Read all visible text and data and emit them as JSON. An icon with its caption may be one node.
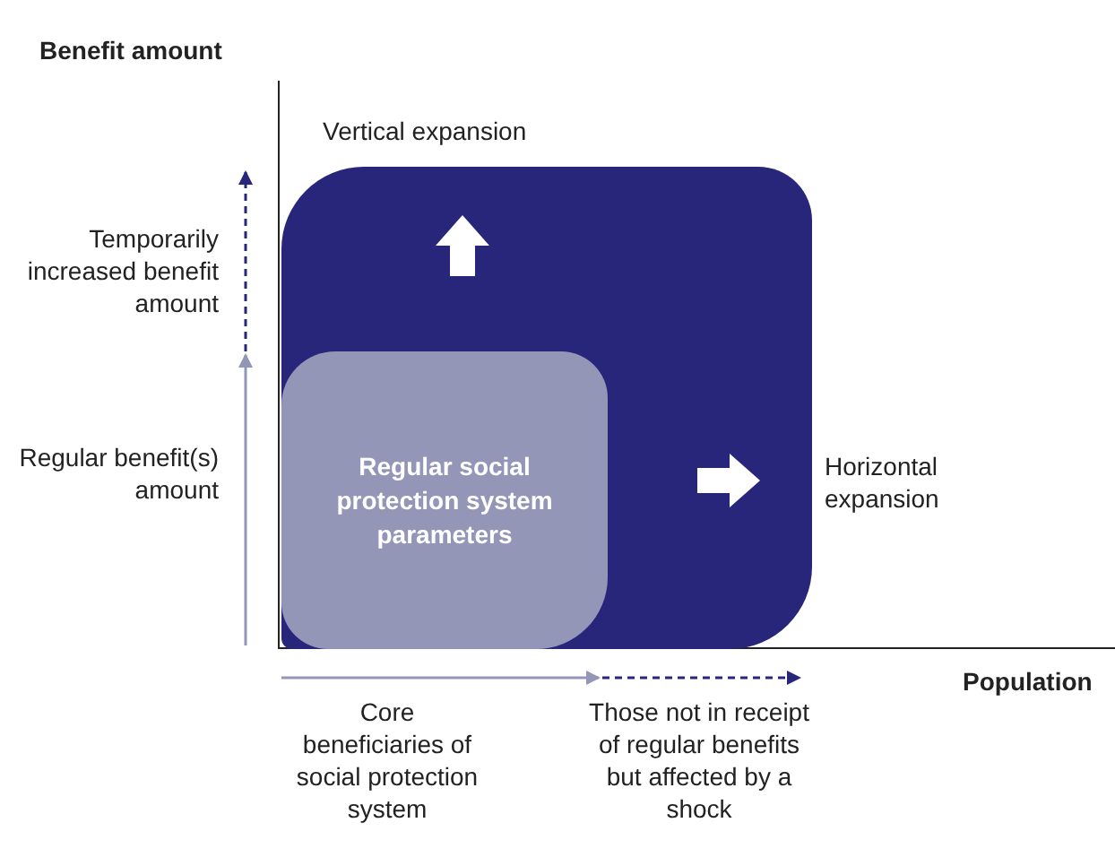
{
  "diagram": {
    "nodes": [
      {
        "text": [],
        "shape": "box"
      },
      {
        "text": [
          "Regular social protection system parameters"
        ],
        "in": 0
      }
    ],
    "labels": [
      "Benefit amount",
      "Vertical expansion",
      "Temporarily increased benefit amount",
      "Regular benefit(s) amount",
      "Horizontal expansion",
      "Population",
      "Core beneficiaries of social protection system",
      "Those not in receipt of regular benefits but affected by a shock"
    ]
  }
}
